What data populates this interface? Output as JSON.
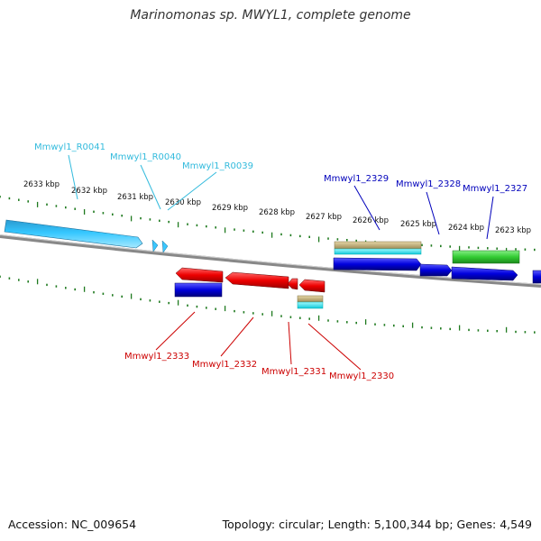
{
  "title": "Marinomonas sp. MWYL1, complete genome",
  "footer": {
    "accession": "Accession: NC_009654",
    "summary": "Topology: circular; Length: 5,100,344 bp; Genes: 4,549"
  },
  "ticks": [
    "2633 kbp",
    "2632 kbp",
    "2631 kbp",
    "2630 kbp",
    "2629 kbp",
    "2628 kbp",
    "2627 kbp",
    "2626 kbp",
    "2625 kbp",
    "2624 kbp",
    "2623 kbp"
  ],
  "labels": {
    "rna": [
      "Mmwyl1_R0041",
      "Mmwyl1_R0040",
      "Mmwyl1_R0039"
    ],
    "forward": [
      "Mmwyl1_2329",
      "Mmwyl1_2328",
      "Mmwyl1_2327"
    ],
    "reverse": [
      "Mmwyl1_2333",
      "Mmwyl1_2332",
      "Mmwyl1_2331",
      "Mmwyl1_2330"
    ]
  },
  "colors": {
    "rna": "#33bbdd",
    "forward": "#0000bb",
    "reverse": "#cc0000",
    "tick": "#1f7a1f",
    "cds": "#1010dd",
    "gene_red": "#ee1111",
    "tan": "#c8b47a",
    "cyan": "#22e6f0",
    "green": "#33cc33",
    "backbone": "#777777"
  }
}
